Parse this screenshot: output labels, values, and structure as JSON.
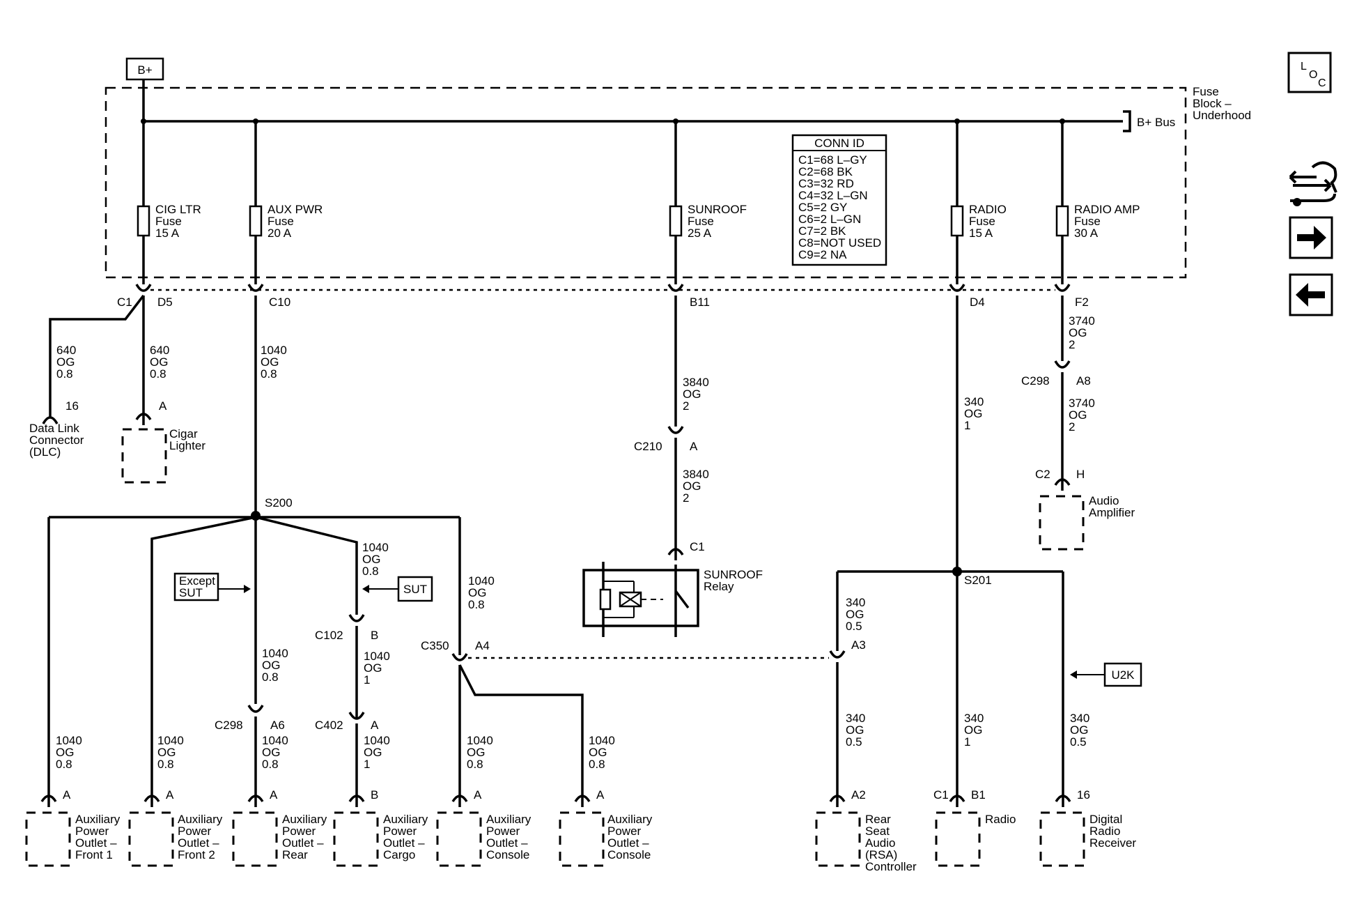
{
  "bplus": "B+",
  "fuse_block_label": [
    "Fuse",
    "Block –",
    "Underhood"
  ],
  "bus_label": "B+ Bus",
  "conn_id": {
    "title": "CONN ID",
    "rows": [
      "C1=68 L–GY",
      "C2=68 BK",
      "C3=32 RD",
      "C4=32 L–GN",
      "C5=2 GY",
      "C6=2 L–GN",
      "C7=2 BK",
      "C8=NOT USED",
      "C9=2 NA"
    ]
  },
  "fuses": [
    {
      "name": "CIG LTR",
      "type": "Fuse",
      "rating": "15 A"
    },
    {
      "name": "AUX PWR",
      "type": "Fuse",
      "rating": "20 A"
    },
    {
      "name": "SUNROOF",
      "type": "Fuse",
      "rating": "25 A"
    },
    {
      "name": "RADIO",
      "type": "Fuse",
      "rating": "15 A"
    },
    {
      "name": "RADIO AMP",
      "type": "Fuse",
      "rating": "30 A"
    }
  ],
  "conn_labels": {
    "c1": "C1",
    "d5": "D5",
    "c10": "C10",
    "b11": "B11",
    "d4": "D4",
    "f2": "F2",
    "dlc_pin": "16",
    "cig_pin": "A",
    "c210": "C210",
    "c210_pin": "A",
    "c298_top": "C298",
    "c298_top_pin": "A8",
    "c2": "C2",
    "c2_pin": "H",
    "relay_c1": "C1",
    "s200": "S200",
    "s201": "S201",
    "c102": "C102",
    "c102_pin": "B",
    "c402": "C402",
    "c402_pin": "A",
    "c298_mid": "C298",
    "c298_mid_pin": "A6",
    "c350": "C350",
    "c350_pin": "A4",
    "rsa_a3": "A3",
    "radio_c1": "C1",
    "radio_b1": "B1",
    "rsa_a2": "A2",
    "drr_pin": "16",
    "out1_pin": "A",
    "out2_pin": "A",
    "out3_pin": "A",
    "out4_pin": "B",
    "out5_pin": "A",
    "out6_pin": "A"
  },
  "wires": {
    "w640a": [
      "640",
      "OG",
      "0.8"
    ],
    "w640b": [
      "640",
      "OG",
      "0.8"
    ],
    "w1040_top": [
      "1040",
      "OG",
      "0.8"
    ],
    "w3840a": [
      "3840",
      "OG",
      "2"
    ],
    "w3840b": [
      "3840",
      "OG",
      "2"
    ],
    "w340_top": [
      "340",
      "OG",
      "1"
    ],
    "w3740a": [
      "3740",
      "OG",
      "2"
    ],
    "w3740b": [
      "3740",
      "OG",
      "2"
    ],
    "w1040_sut": [
      "1040",
      "OG",
      "0.8"
    ],
    "w1040_c350": [
      "1040",
      "OG",
      "0.8"
    ],
    "w1040_mid": [
      "1040",
      "OG",
      "0.8"
    ],
    "w1040_c102": [
      "1040",
      "OG",
      "1"
    ],
    "w340_rsa_top": [
      "340",
      "OG",
      "0.5"
    ],
    "w1040_f1": [
      "1040",
      "OG",
      "0.8"
    ],
    "w1040_f2": [
      "1040",
      "OG",
      "0.8"
    ],
    "w1040_rear": [
      "1040",
      "OG",
      "0.8"
    ],
    "w1040_cargo": [
      "1040",
      "OG",
      "1"
    ],
    "w1040_con1": [
      "1040",
      "OG",
      "0.8"
    ],
    "w1040_con2": [
      "1040",
      "OG",
      "0.8"
    ],
    "w340_rsa": [
      "340",
      "OG",
      "0.5"
    ],
    "w340_radio": [
      "340",
      "OG",
      "1"
    ],
    "w340_drr": [
      "340",
      "OG",
      "0.5"
    ]
  },
  "components": {
    "dlc": [
      "Data Link",
      "Connector",
      "(DLC)"
    ],
    "cig": [
      "Cigar",
      "Lighter"
    ],
    "amp": [
      "Audio",
      "Amplifier"
    ],
    "relay": [
      "SUNROOF",
      "Relay"
    ],
    "out1": [
      "Auxiliary",
      "Power",
      "Outlet –",
      "Front 1"
    ],
    "out2": [
      "Auxiliary",
      "Power",
      "Outlet –",
      "Front 2"
    ],
    "out3": [
      "Auxiliary",
      "Power",
      "Outlet –",
      "Rear"
    ],
    "out4": [
      "Auxiliary",
      "Power",
      "Outlet –",
      "Cargo"
    ],
    "out5": [
      "Auxiliary",
      "Power",
      "Outlet –",
      "Console"
    ],
    "out6": [
      "Auxiliary",
      "Power",
      "Outlet –",
      "Console"
    ],
    "rsa": [
      "Rear",
      "Seat",
      "Audio",
      "(RSA)",
      "Controller"
    ],
    "radio": [
      "Radio"
    ],
    "drr": [
      "Digital",
      "Radio",
      "Receiver"
    ]
  },
  "options": {
    "except_sut": [
      "Except",
      "SUT"
    ],
    "sut": "SUT",
    "u2k": "U2K"
  },
  "nav": {
    "loc": [
      "L",
      "O",
      "C"
    ]
  }
}
